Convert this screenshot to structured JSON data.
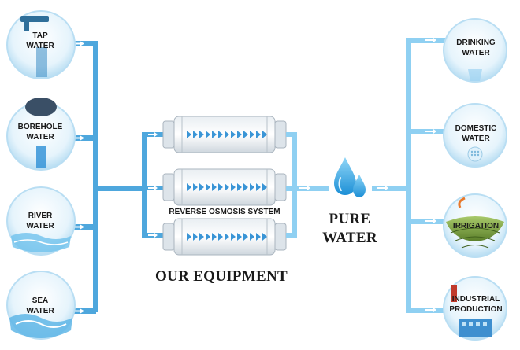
{
  "sources": [
    {
      "label": "TAP\nWATER",
      "icon": "tap-icon"
    },
    {
      "label": "BOREHOLE\nWATER",
      "icon": "borehole-icon"
    },
    {
      "label": "RIVER\nWATER",
      "icon": "river-icon"
    },
    {
      "label": "SEA\nWATER",
      "icon": "sea-icon"
    }
  ],
  "system": {
    "label": "REVERSE OSMOSIS SYSTEM",
    "equipment_label": "OUR EQUIPMENT",
    "icon": "ro-membrane-icon"
  },
  "output": {
    "label": "PURE WATER",
    "icon": "water-drops-icon"
  },
  "uses": [
    {
      "label": "DRINKING\nWATER",
      "icon": "drinking-icon"
    },
    {
      "label": "DOMESTIC\nWATER",
      "icon": "domestic-icon"
    },
    {
      "label": "IRRIGATION",
      "icon": "irrigation-icon"
    },
    {
      "label": "INDUSTRIAL\nPRODUCTION",
      "icon": "industry-icon"
    }
  ],
  "colors": {
    "pipe": "#4ea7dd",
    "pipe_light": "#8fd0f2",
    "circle_edge": "#b9def3",
    "circle_fill": "#e4f3fc",
    "text": "#1a1a1a"
  }
}
